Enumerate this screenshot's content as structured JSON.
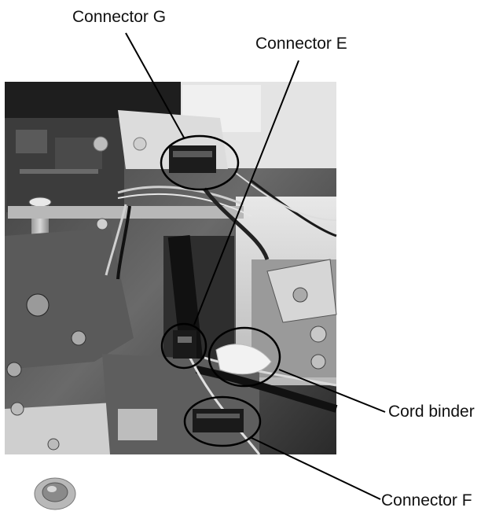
{
  "labels": {
    "connector_g": "Connector G",
    "connector_e": "Connector E",
    "cord_binder": "Cord binder",
    "connector_f": "Connector F"
  },
  "photo": {
    "subject": "sewing machine internals, grayscale",
    "palette": [
      "#1a1a1a",
      "#4a4a4a",
      "#8a8a8a",
      "#c8c8c8",
      "#e6e6e6"
    ]
  }
}
